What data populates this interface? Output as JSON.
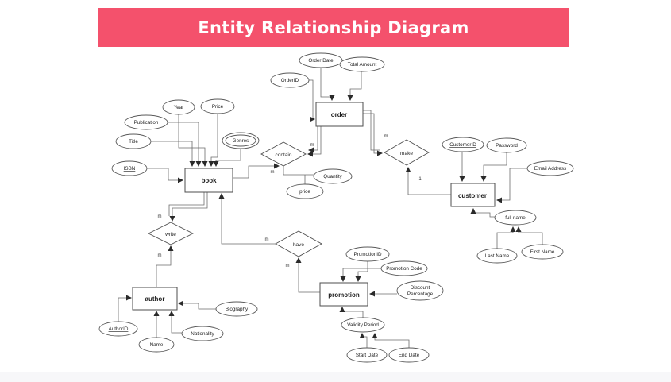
{
  "header": {
    "title": "Entity Relationship Diagram",
    "background_color": "#f4516c",
    "text_color": "#ffffff"
  },
  "diagram": {
    "entities": {
      "order": "order",
      "book": "book",
      "customer": "customer",
      "author": "author",
      "promotion": "promotion"
    },
    "relationships": {
      "contain": "contain",
      "make": "make",
      "write": "write",
      "have": "have"
    },
    "attributes": {
      "order_id": "OrderID",
      "order_date": "Order Date",
      "total_amount": "Total Amount",
      "isbn": "ISBN",
      "title": "Title",
      "publication": "Publication",
      "year": "Year",
      "price": "Price",
      "genres": "Genres",
      "quantity": "Quantity",
      "unit_price": "price",
      "customer_id": "CustomerID",
      "password": "Password",
      "email_address": "Email Address",
      "full_name": "full name",
      "last_name": "Last Name",
      "first_name": "First Name",
      "author_id": "AuthorID",
      "name": "Name",
      "nationality": "Nationality",
      "biography": "Biography",
      "promotion_id": "PromotionID",
      "promotion_code": "Promotion Code",
      "discount_percentage": [
        "Discount",
        "Percentage"
      ],
      "validity_period": "Validity Period",
      "start_date": "Start Date",
      "end_date": "End Date"
    },
    "cardinalities": {
      "order_contain": "m",
      "book_contain": "m",
      "order_make": "m",
      "customer_make": "1",
      "book_write": "m",
      "author_write": "m",
      "book_have": "m",
      "promotion_have": "m"
    }
  }
}
